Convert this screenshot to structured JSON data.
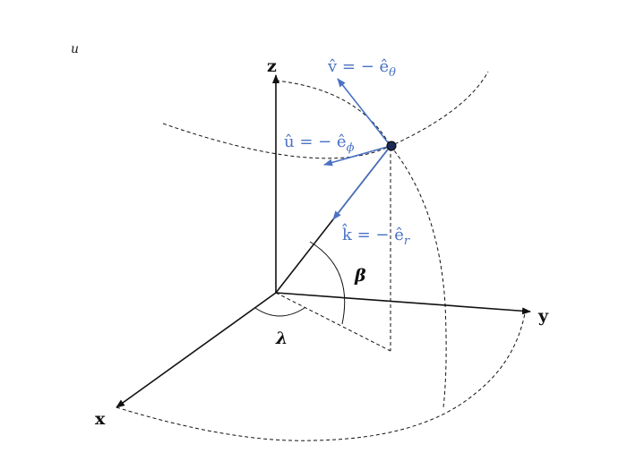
{
  "corner_label": "u",
  "axes": {
    "x": "x",
    "y": "y",
    "z": "z"
  },
  "angles": {
    "lambda": "λ",
    "beta": "β"
  },
  "vectors": {
    "v": {
      "lhs": "v̂ = − ê",
      "sub": "θ"
    },
    "u": {
      "lhs": "û = − ê",
      "sub": "ϕ"
    },
    "k": {
      "lhs": "k̂ = − ê",
      "sub": "r"
    }
  },
  "colors": {
    "vector": "#4a72c4",
    "ink": "#111111"
  }
}
